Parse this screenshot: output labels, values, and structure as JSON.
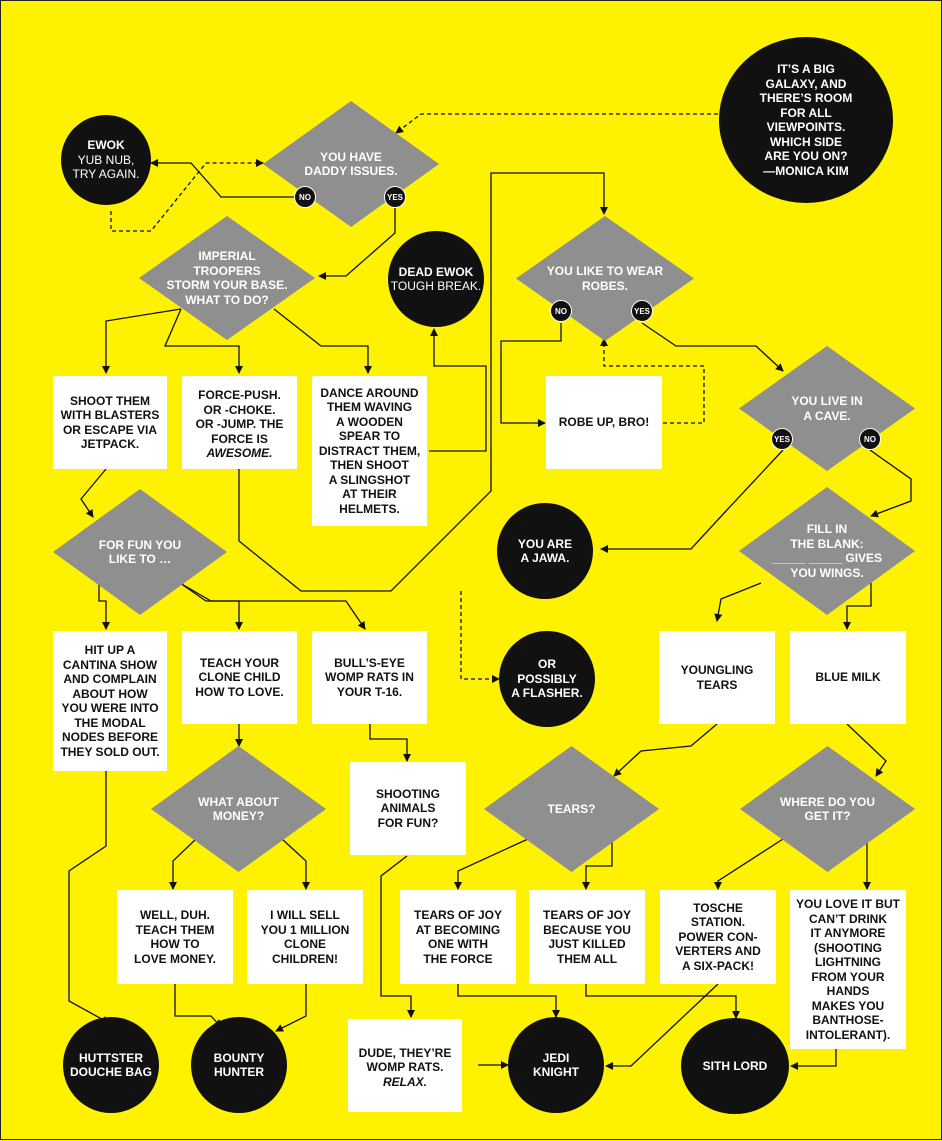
{
  "quote": "IT’S A BIG\nGALAXY, AND\nTHERE’S ROOM\nFOR ALL\nVIEWPOINTS.\nWHICH SIDE\nARE YOU ON?\n—MONICA KIM",
  "labels": {
    "no": "NO",
    "yes": "YES"
  },
  "circles": {
    "ewok": {
      "t1": "EWOK",
      "t2": "YUB NUB,\nTRY AGAIN."
    },
    "dead_ewok": {
      "t1": "DEAD EWOK",
      "t2": "TOUGH BREAK."
    },
    "jawa": "YOU ARE\nA JAWA.",
    "flasher": "OR\nPOSSIBLY\nA FLASHER.",
    "huttster": "HUTTSTER\nDOUCHE BAG",
    "bounty": "BOUNTY\nHUNTER",
    "jedi": "JEDI\nKNIGHT",
    "sith": "SITH LORD"
  },
  "diamonds": {
    "daddy": "YOU HAVE\nDADDY ISSUES.",
    "imperial": "IMPERIAL\nTROOPERS\nSTORM YOUR BASE.\nWHAT TO DO?",
    "robes": "YOU LIKE TO WEAR\nROBES.",
    "cave": "YOU LIVE IN\nA CAVE.",
    "fun": "FOR FUN YOU\nLIKE TO …",
    "fill": "FILL IN\nTHE BLANK:\n_____ _____ GIVES\nYOU WINGS.",
    "money": "WHAT ABOUT\nMONEY?",
    "tears": "TEARS?",
    "where": "WHERE DO YOU\nGET IT?"
  },
  "boxes": {
    "shoot": "SHOOT THEM\nWITH BLASTERS\nOR ESCAPE VIA\nJETPACK.",
    "force_a": "FORCE-PUSH.\nOR -CHOKE.\nOR -JUMP. THE\nFORCE IS",
    "force_b": "AWESOME.",
    "dance": "DANCE AROUND\nTHEM WAVING\nA WOODEN\nSPEAR TO\nDISTRACT THEM,\nTHEN SHOOT\nA SLINGSHOT\nAT THEIR\nHELMETS.",
    "robe_up": "ROBE UP, BRO!",
    "cantina": "HIT UP A\nCANTINA SHOW\nAND COMPLAIN\nABOUT HOW\nYOU WERE INTO\nTHE MODAL\nNODES BEFORE\nTHEY SOLD OUT.",
    "clone": "TEACH YOUR\nCLONE CHILD\nHOW TO LOVE.",
    "womp": "BULL’S-EYE\nWOMP RATS IN\nYOUR T-16.",
    "youngling": "YOUNGLING\nTEARS",
    "blue_milk": "BLUE MILK",
    "shooting": "SHOOTING\nANIMALS\nFOR FUN?",
    "duh": "WELL, DUH.\nTEACH THEM\nHOW TO\nLOVE MONEY.",
    "sell": "I WILL SELL\nYOU 1 MILLION\nCLONE\nCHILDREN!",
    "joy1": "TEARS OF JOY\nAT BECOMING\nONE WITH\nTHE FORCE",
    "joy2": "TEARS OF JOY\nBECAUSE YOU\nJUST KILLED\nTHEM ALL",
    "tosche": "TOSCHE\nSTATION.\nPOWER CON-\nVERTERS AND\nA SIX-PACK!",
    "love_it": "YOU LOVE IT BUT\nCAN’T DRINK\nIT ANYMORE\n(SHOOTING\nLIGHTNING\nFROM YOUR\nHANDS\nMAKES YOU\nBANTHOSE-\nINTOLERANT).",
    "dude_a": "DUDE, THEY’RE\nWOMP RATS.",
    "dude_b": "RELAX."
  }
}
